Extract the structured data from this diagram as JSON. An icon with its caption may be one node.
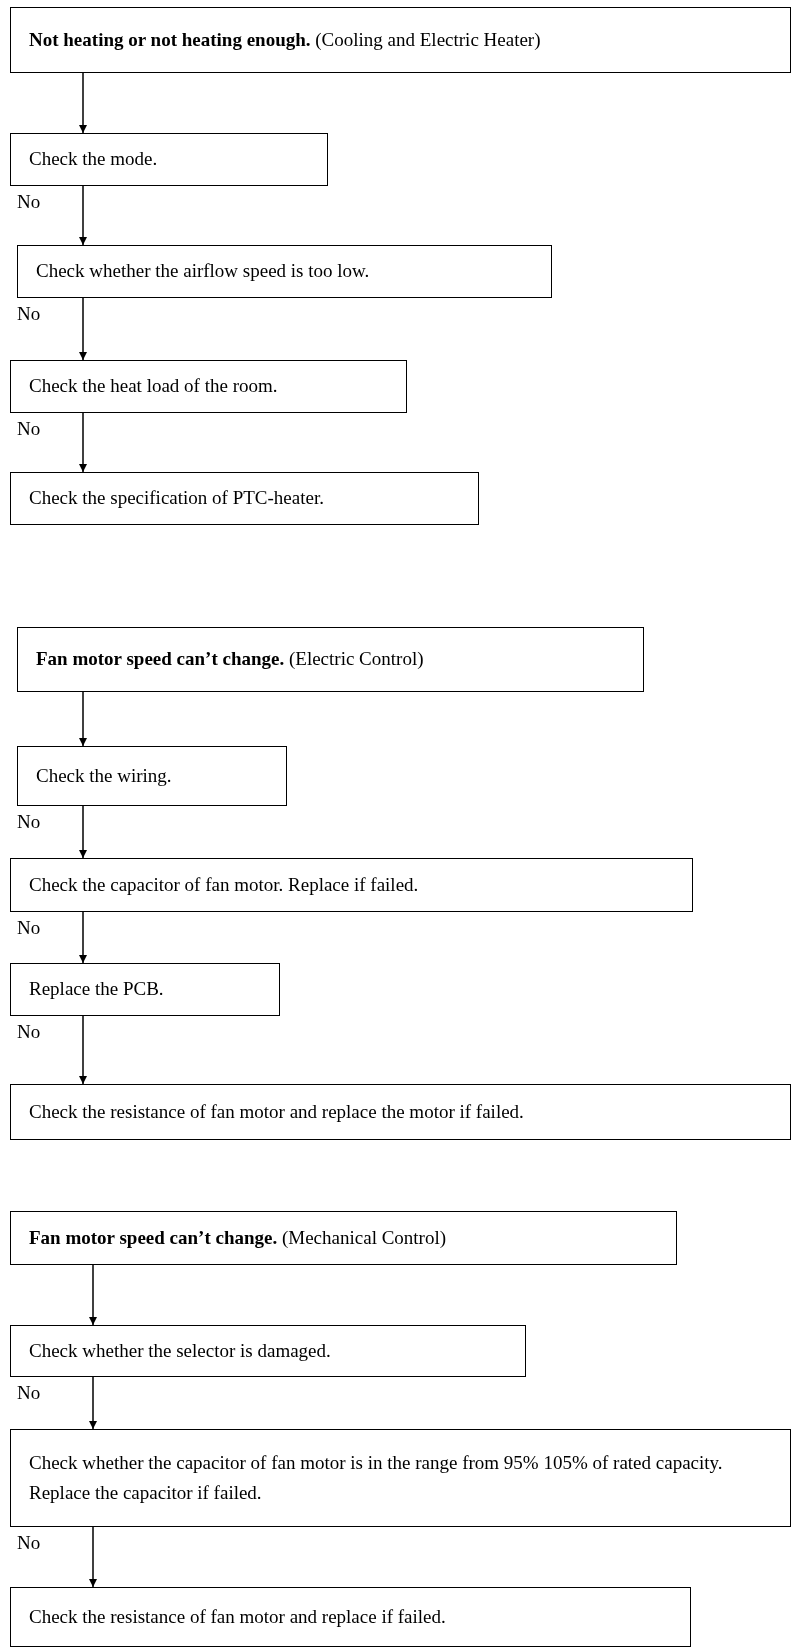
{
  "diagram": {
    "nodes": [
      {
        "text": [
          "**Not heating or not heating enough.**   (Cooling and Electric Heater)"
        ]
      },
      {
        "text": [
          "Check the mode."
        ]
      },
      {
        "text": [
          "Check whether the airflow speed is too low."
        ]
      },
      {
        "text": [
          "Check the heat load of the room."
        ]
      },
      {
        "text": [
          "Check the specification of PTC-heater."
        ]
      },
      {
        "text": [
          "**Fan motor speed can’t change.**   (Electric Control)"
        ]
      },
      {
        "text": [
          "Check the wiring."
        ]
      },
      {
        "text": [
          "Check the capacitor of fan motor. Replace if failed."
        ]
      },
      {
        "text": [
          "Replace the PCB."
        ]
      },
      {
        "text": [
          "Check the resistance of fan motor and replace the motor if failed."
        ]
      },
      {
        "text": [
          "**Fan motor speed can’t change.**   (Mechanical Control)"
        ]
      },
      {
        "text": [
          "Check whether the selector is damaged."
        ]
      },
      {
        "text": [
          "Check whether the capacitor of fan motor is in the range from 95% 105% of rated capacity. Replace the capacitor if failed."
        ]
      },
      {
        "text": [
          "Check the resistance of fan motor and replace if failed."
        ]
      }
    ],
    "edges": [
      {
        "from": 0,
        "to": 1,
        "arrow": "to"
      },
      {
        "from": 1,
        "to": 2,
        "arrow": "to",
        "label": "No"
      },
      {
        "from": 2,
        "to": 3,
        "arrow": "to",
        "label": "No"
      },
      {
        "from": 3,
        "to": 4,
        "arrow": "to",
        "label": "No"
      },
      {
        "from": 5,
        "to": 6,
        "arrow": "to"
      },
      {
        "from": 6,
        "to": 7,
        "arrow": "to",
        "label": "No"
      },
      {
        "from": 7,
        "to": 8,
        "arrow": "to",
        "label": "No"
      },
      {
        "from": 8,
        "to": 9,
        "arrow": "to",
        "label": "No"
      },
      {
        "from": 10,
        "to": 11,
        "arrow": "to"
      },
      {
        "from": 11,
        "to": 12,
        "arrow": "to",
        "label": "No"
      },
      {
        "from": 12,
        "to": 13,
        "arrow": "to",
        "label": "No"
      }
    ]
  }
}
